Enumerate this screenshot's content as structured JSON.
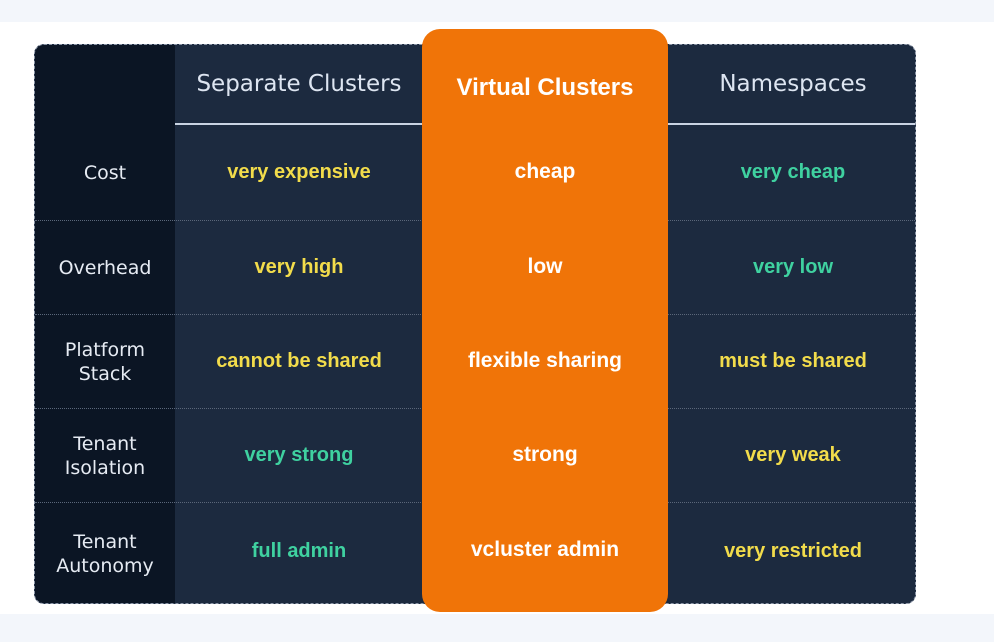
{
  "columns": {
    "separate": "Separate Clusters",
    "virtual": "Virtual Clusters",
    "namespaces": "Namespaces"
  },
  "rows": [
    {
      "label": "Cost",
      "separate": {
        "text": "very expensive",
        "tone": "yellow"
      },
      "virtual": "cheap",
      "namespaces": {
        "text": "very cheap",
        "tone": "green"
      }
    },
    {
      "label": "Overhead",
      "separate": {
        "text": "very high",
        "tone": "yellow"
      },
      "virtual": "low",
      "namespaces": {
        "text": "very low",
        "tone": "green"
      }
    },
    {
      "label": "Platform\nStack",
      "separate": {
        "text": "cannot be shared",
        "tone": "yellow"
      },
      "virtual": "flexible sharing",
      "namespaces": {
        "text": "must be shared",
        "tone": "yellow"
      }
    },
    {
      "label": "Tenant\nIsolation",
      "separate": {
        "text": "very strong",
        "tone": "green"
      },
      "virtual": "strong",
      "namespaces": {
        "text": "very weak",
        "tone": "yellow"
      }
    },
    {
      "label": "Tenant\nAutonomy",
      "separate": {
        "text": "full admin",
        "tone": "green"
      },
      "virtual": "vcluster admin",
      "namespaces": {
        "text": "very restricted",
        "tone": "yellow"
      }
    }
  ],
  "colors": {
    "table_bg": "#1c2a3f",
    "label_col_bg": "#0b1524",
    "highlight": "#f07408",
    "yellow": "#f2dc4b",
    "green": "#3fd1a0"
  }
}
